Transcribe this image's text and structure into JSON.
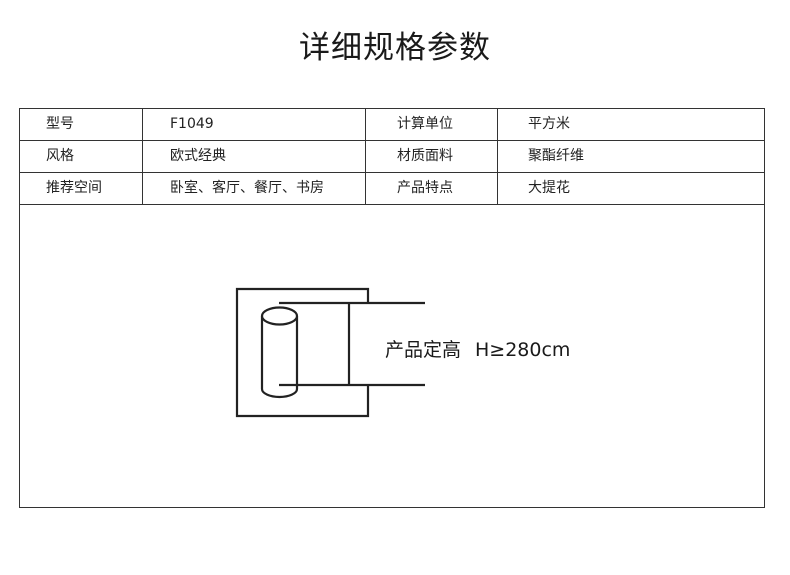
{
  "title": "详细规格参数",
  "specs": [
    {
      "label1": "型号",
      "value1": "F1049",
      "label2": "计算单位",
      "value2": "平方米"
    },
    {
      "label1": "风格",
      "value1": "欧式经典",
      "label2": "材质面料",
      "value2": "聚酯纤维"
    },
    {
      "label1": "推荐空间",
      "value1": "卧室、客厅、餐厅、书房",
      "label2": "产品特点",
      "value2": "大提花"
    }
  ],
  "diagram": {
    "label": "产品定高",
    "height_spec": "H≥280cm",
    "icon": "curtain-rod-bracket-icon"
  },
  "colors": {
    "line": "#333333",
    "text": "#1a1a1a",
    "background": "#ffffff"
  }
}
